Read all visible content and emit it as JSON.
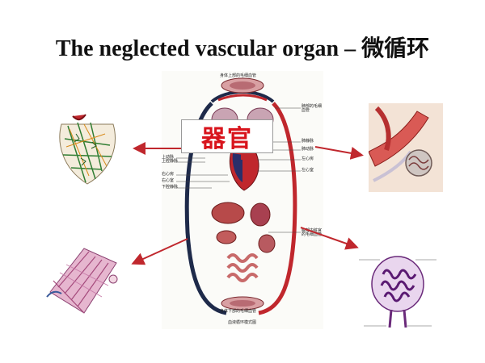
{
  "title": "The neglected vascular organ – 微循环",
  "center_label": "器官",
  "diagram": {
    "top_label": "身体上部的毛细血管",
    "bottom_label": "身体下部的毛细血管",
    "caption": "血液循环模式图",
    "left_labels": [
      "上动脉",
      "上腔静脉",
      "右心房",
      "右心室",
      "下腔静脉"
    ],
    "right_labels": [
      "肺部的毛细血管",
      "肺静脉",
      "肺动脉",
      "左心房",
      "左心室",
      "腹部内脏官的毛细血管"
    ]
  }
}
